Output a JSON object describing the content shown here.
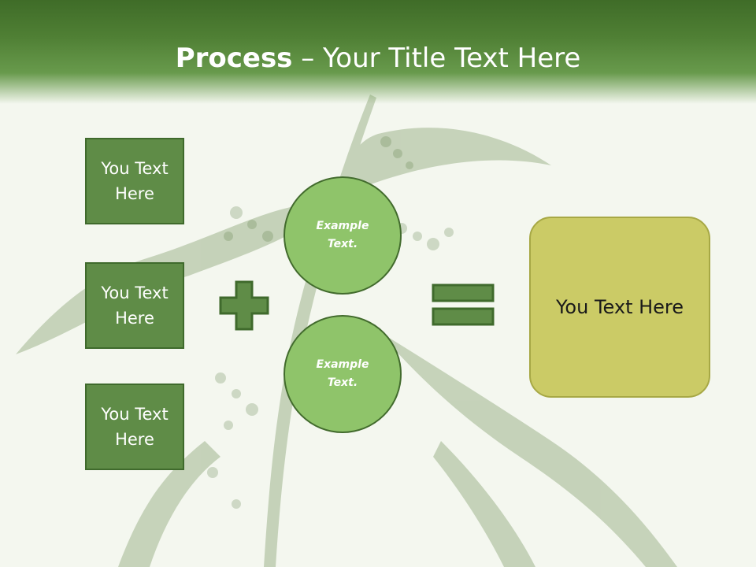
{
  "slide": {
    "title_bold": "Process",
    "title_rest": " – Your Title Text Here",
    "left_boxes": [
      {
        "label": "You Text Here"
      },
      {
        "label": "You Text Here"
      },
      {
        "label": "You Text Here"
      }
    ],
    "circles": [
      {
        "label": "Example Text."
      },
      {
        "label": "Example Text."
      }
    ],
    "result": {
      "label": "You Text Here"
    }
  },
  "colors": {
    "header_green": "#4f7f34",
    "box_green": "#5f8c47",
    "circle_green": "#8fc46a",
    "result_olive": "#cbcb66"
  },
  "icons": [
    "plus-icon",
    "equals-icon",
    "nettle-plant-background"
  ]
}
